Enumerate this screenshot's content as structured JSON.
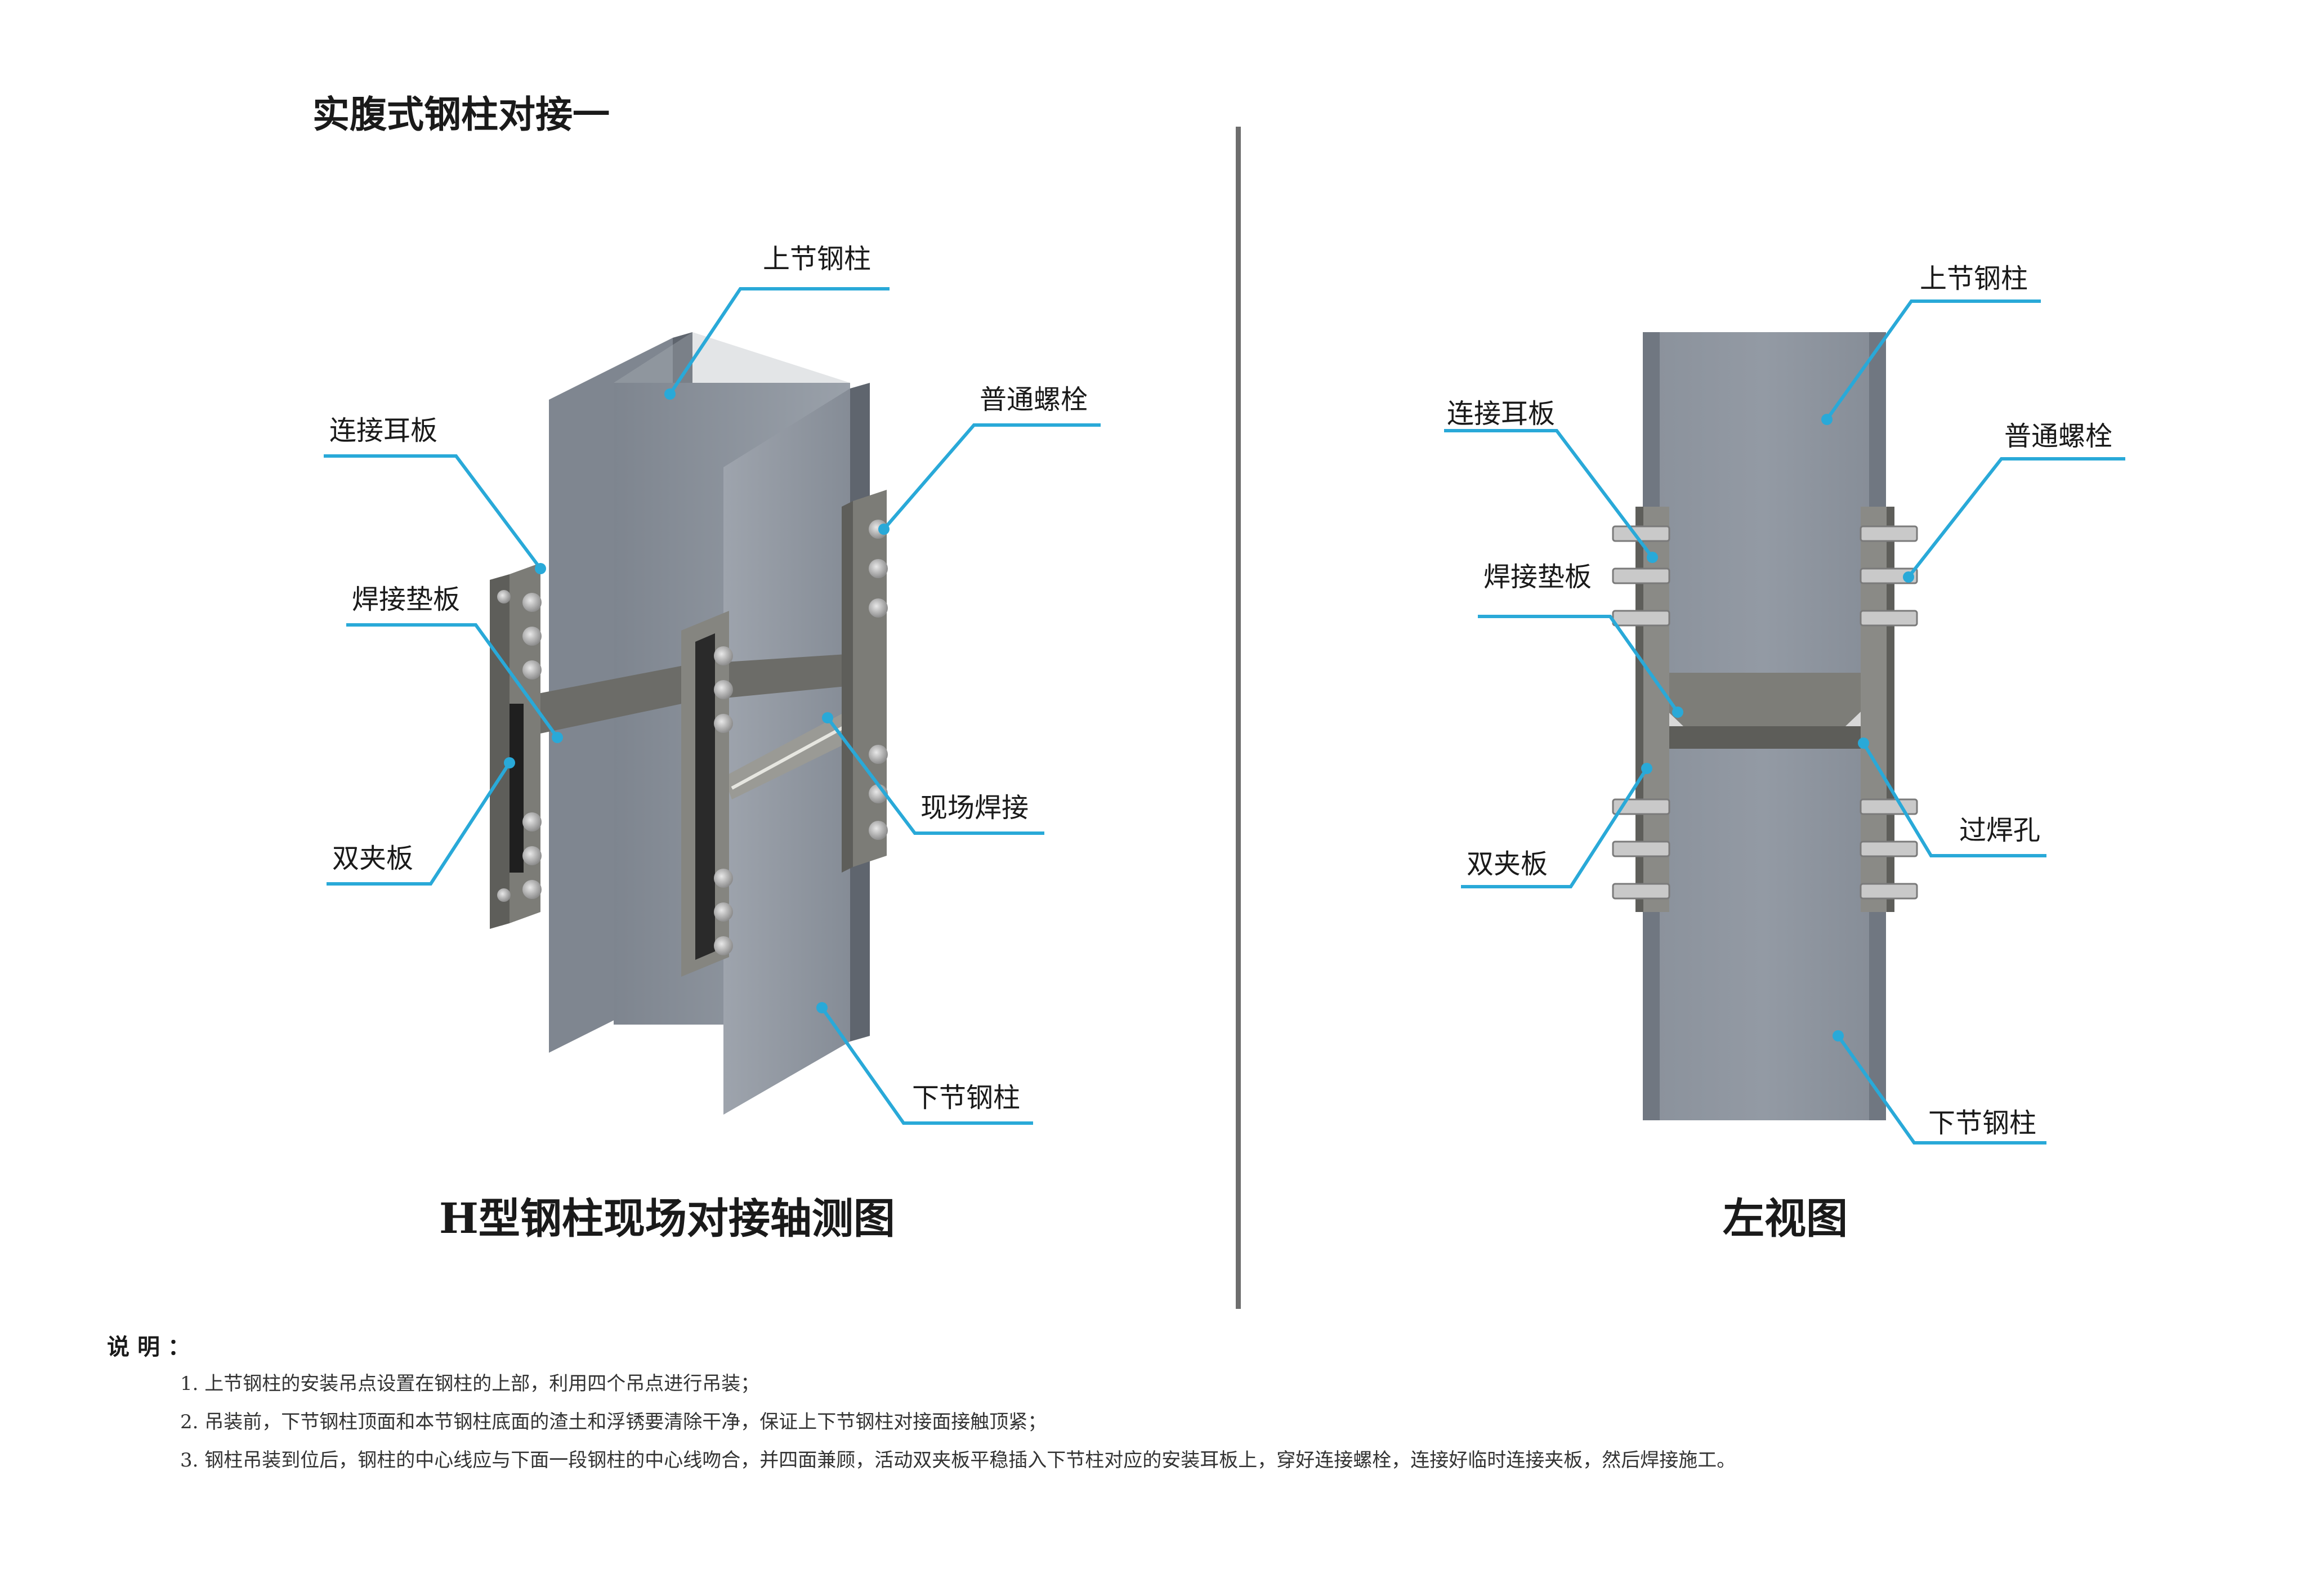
{
  "page": {
    "title": "实腹式钢柱对接一"
  },
  "axonometric": {
    "title": "H型钢柱现场对接轴测图",
    "labels": {
      "upper_column": "上节钢柱",
      "ear_plate": "连接耳板",
      "bolts": "普通螺栓",
      "backing_plate": "焊接垫板",
      "field_weld": "现场焊接",
      "double_clamp": "双夹板",
      "lower_column": "下节钢柱"
    }
  },
  "side_view": {
    "title": "左视图",
    "labels": {
      "upper_column": "上节钢柱",
      "ear_plate": "连接耳板",
      "bolts": "普通螺栓",
      "backing_plate": "焊接垫板",
      "weld_hole": "过焊孔",
      "double_clamp": "双夹板",
      "lower_column": "下节钢柱"
    }
  },
  "notes": {
    "title": "说明：",
    "items": [
      "1. 上节钢柱的安装吊点设置在钢柱的上部，利用四个吊点进行吊装；",
      "2. 吊装前，下节钢柱顶面和本节钢柱底面的渣土和浮锈要清除干净，保证上下节钢柱对接面接触顶紧；",
      "3. 钢柱吊装到位后，钢柱的中心线应与下面一段钢柱的中心线吻合，并四面兼顾，活动双夹板平稳插入下节柱对应的安装耳板上，穿好连接螺栓，连接好临时连接夹板，然后焊接施工。"
    ]
  },
  "colors": {
    "callout_line": "#29a9d8",
    "steel_face": "#8b929c",
    "steel_dark": "#6c737d",
    "steel_light": "#a3a9b1",
    "plate": "#8a8a86",
    "divider": "#6e6e6e"
  }
}
